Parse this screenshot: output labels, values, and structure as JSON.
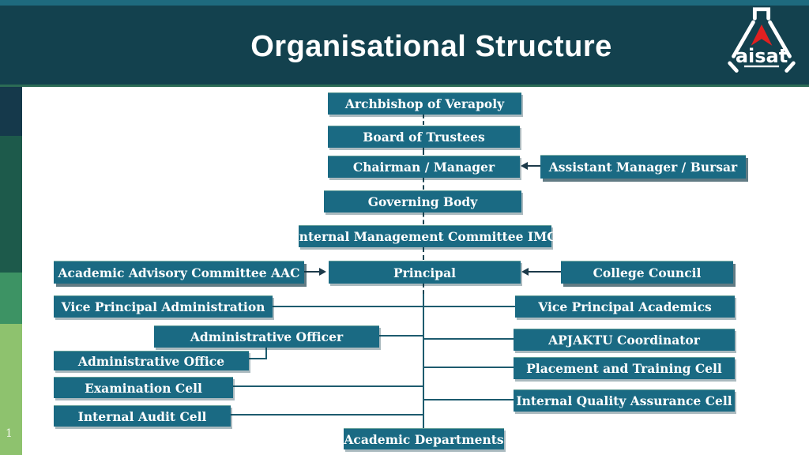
{
  "header": {
    "title": "Organisational Structure",
    "logo_text": "aisat"
  },
  "footer": {
    "page_number": "1"
  },
  "colors": {
    "header_bg": "#13414e",
    "header_top_strip": "#1e6a7e",
    "header_underline_green": "#2b6b55",
    "node_fill": "#1a6a83",
    "node_text": "#ffffff",
    "connector": "#1d5b6e",
    "arrow": "#1c3a4a",
    "left_band_1": "#15394b",
    "left_band_2": "#1d5a4b",
    "left_band_3": "#3d9364",
    "left_band_4": "#8ec26e",
    "logo_red": "#e02020"
  },
  "nodes": {
    "archbishop": "Archbishop of Verapoly",
    "board_of_trustees": "Board of Trustees",
    "chairman": "Chairman / Manager",
    "assistant_manager": "Assistant Manager / Bursar",
    "governing_body": "Governing Body",
    "imc": "Internal Management Committee IMC",
    "aac": "Academic Advisory Committee AAC",
    "principal": "Principal",
    "college_council": "College Council",
    "vp_administration": "Vice Principal Administration",
    "vp_academics": "Vice Principal Academics",
    "administrative_officer": "Administrative Officer",
    "apjaktu_coordinator": "APJAKTU Coordinator",
    "administrative_office": "Administrative Office",
    "placement_cell": "Placement and Training  Cell",
    "examination_cell": "Examination Cell",
    "iqac": "Internal Quality Assurance Cell",
    "internal_audit_cell": "Internal Audit Cell",
    "academic_departments": "Academic Departments"
  },
  "edges": [
    {
      "from": "archbishop",
      "to": "board_of_trustees",
      "style": "dashed"
    },
    {
      "from": "board_of_trustees",
      "to": "chairman",
      "style": "dashed"
    },
    {
      "from": "assistant_manager",
      "to": "chairman",
      "style": "arrow"
    },
    {
      "from": "chairman",
      "to": "governing_body",
      "style": "dashed"
    },
    {
      "from": "governing_body",
      "to": "imc",
      "style": "dashed"
    },
    {
      "from": "imc",
      "to": "principal",
      "style": "dashed"
    },
    {
      "from": "aac",
      "to": "principal",
      "style": "arrow"
    },
    {
      "from": "college_council",
      "to": "principal",
      "style": "arrow"
    },
    {
      "from": "principal",
      "to": "vp_administration",
      "style": "line"
    },
    {
      "from": "principal",
      "to": "vp_academics",
      "style": "line"
    },
    {
      "from": "principal",
      "to": "administrative_officer",
      "style": "line"
    },
    {
      "from": "principal",
      "to": "apjaktu_coordinator",
      "style": "line"
    },
    {
      "from": "administrative_officer",
      "to": "administrative_office",
      "style": "line"
    },
    {
      "from": "principal",
      "to": "placement_cell",
      "style": "line"
    },
    {
      "from": "principal",
      "to": "examination_cell",
      "style": "line"
    },
    {
      "from": "principal",
      "to": "iqac",
      "style": "line"
    },
    {
      "from": "principal",
      "to": "internal_audit_cell",
      "style": "line"
    },
    {
      "from": "principal",
      "to": "academic_departments",
      "style": "line"
    }
  ]
}
